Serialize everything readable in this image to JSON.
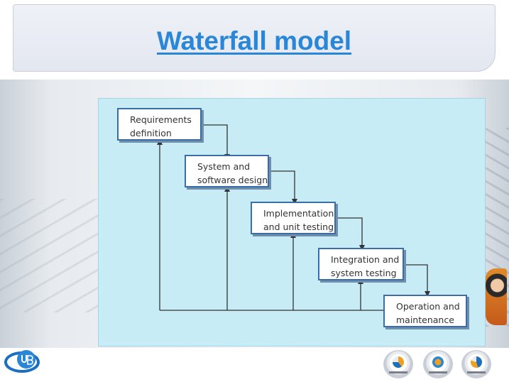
{
  "slide": {
    "title": "Waterfall model"
  },
  "diagram": {
    "stages": [
      {
        "line1": "Requirements",
        "line2": "definition"
      },
      {
        "line1": "System and",
        "line2": "software design"
      },
      {
        "line1": "Implementation",
        "line2": "and unit testing"
      },
      {
        "line1": "Integration and",
        "line2": "system testing"
      },
      {
        "line1": "Operation and",
        "line2": "maintenance"
      }
    ]
  },
  "colors": {
    "title": "#2a86d6",
    "diagram_background": "#c8ecf6",
    "box_border": "#3b6ea8",
    "connector": "#333333"
  },
  "logos": [
    {
      "name": "ub-logo"
    },
    {
      "name": "partner-badge-1"
    },
    {
      "name": "partner-badge-2"
    },
    {
      "name": "partner-badge-3"
    }
  ]
}
